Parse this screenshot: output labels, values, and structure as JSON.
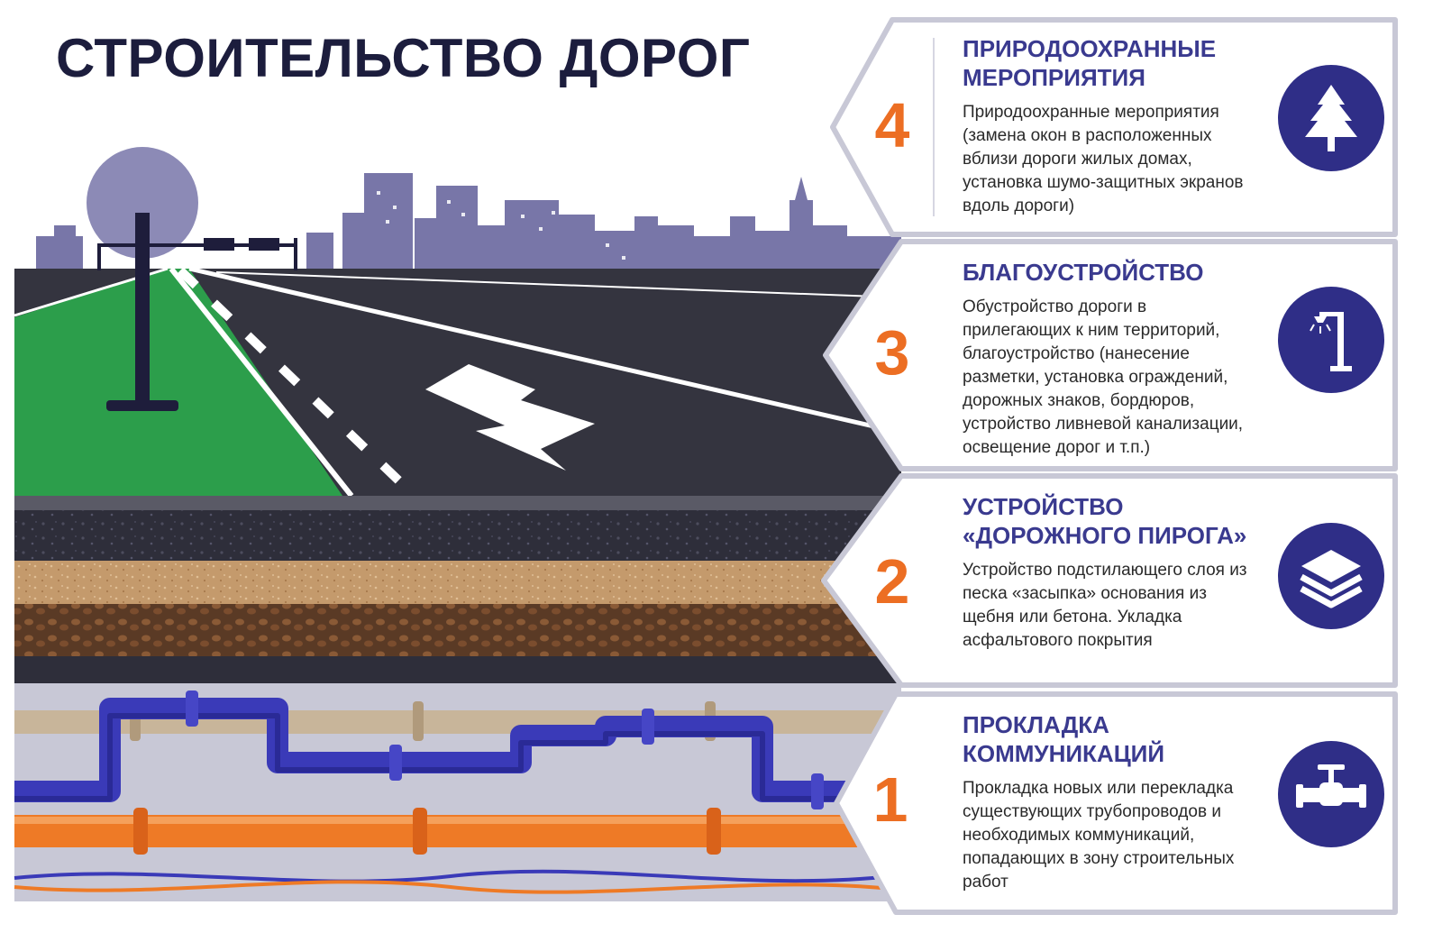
{
  "title": "СТРОИТЕЛЬСТВО ДОРОГ",
  "colors": {
    "accent_orange": "#ec6e23",
    "accent_blue": "#2f2e87",
    "asphalt": "#34343f",
    "grass": "#2c9e4b",
    "skyline": "#7876a8"
  },
  "steps": [
    {
      "number": "4",
      "title": "ПРИРОДООХРАННЫЕ МЕРОПРИЯТИЯ",
      "description": "Природоохранные мероприятия (замена окон в расположенных вблизи дороги жилых домах, установка шумо-защитных экранов вдоль дороги)",
      "icon": "tree-icon"
    },
    {
      "number": "3",
      "title": "БЛАГОУСТРОЙСТВО",
      "description": "Обустройство дороги в прилегающих к ним территорий, благоустройство (нанесение разметки, установка ограждений, дорожных знаков, бордюров, устройство ливневой канализации, освещение дорог и т.п.)",
      "icon": "street-lamp-icon"
    },
    {
      "number": "2",
      "title": "УСТРОЙСТВО «ДОРОЖНОГО ПИРОГА»",
      "description": "Устройство подстилающего слоя из песка «засыпка» основания из щебня или бетона. Укладка асфальтового покрытия",
      "icon": "layers-icon"
    },
    {
      "number": "1",
      "title": "ПРОКЛАДКА КОММУНИКАЦИЙ",
      "description": "Прокладка новых или перекладка существующих трубопроводов и необходимых коммуникаций, попадающих в зону строительных работ",
      "icon": "valve-icon"
    }
  ]
}
